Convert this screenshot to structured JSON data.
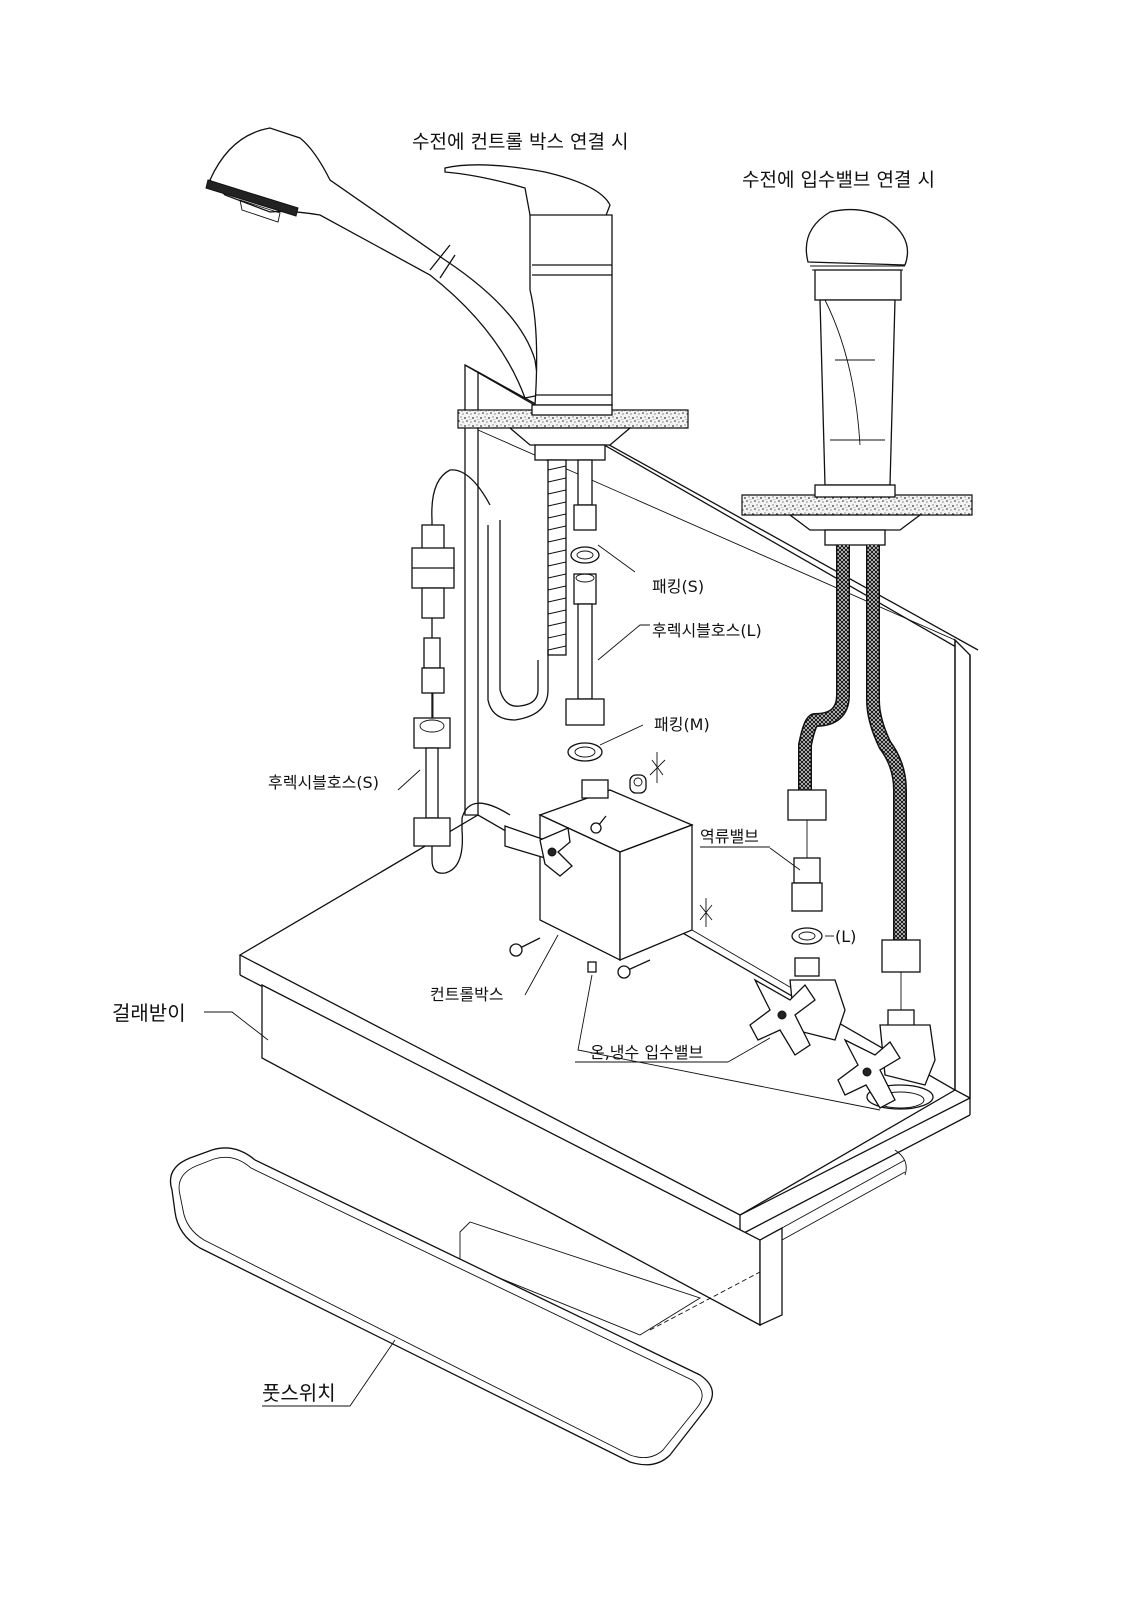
{
  "headings": {
    "control_box_connection": "수전에 컨트롤 박스 연결 시",
    "inlet_valve_connection": "수전에 입수밸브 연결 시"
  },
  "labels": {
    "packing_s": "패킹(S)",
    "flexible_hose_l": "후렉시블호스(L)",
    "packing_m": "패킹(M)",
    "flexible_hose_s": "후렉시블호스(S)",
    "check_valve": "역류밸브",
    "packing_l": "(L)",
    "control_box": "컨트롤박스",
    "hot_cold_inlet_valve": "온,냉수 입수밸브",
    "cabinet_shelf": "걸래받이",
    "foot_switch": "풋스위치"
  }
}
